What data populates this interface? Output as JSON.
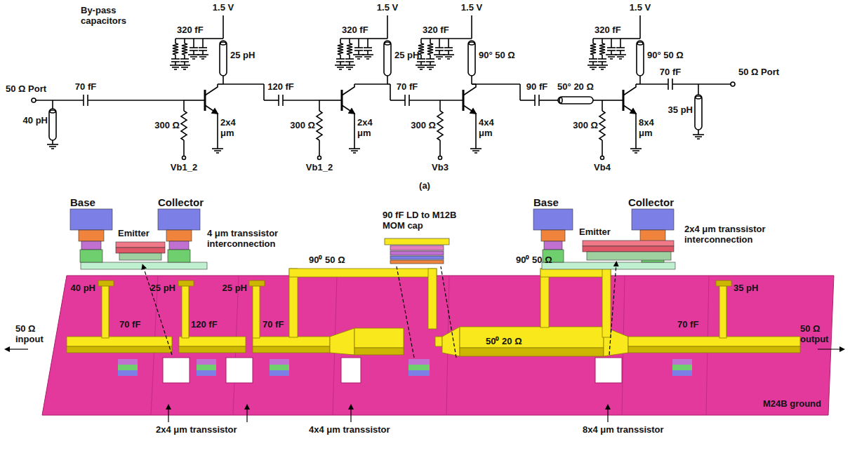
{
  "diagram": {
    "nodes": [
      {
        "text": [
          "M24B ground"
        ]
      }
    ],
    "labels": [
      "By-pass capacitors",
      "1.5 V",
      "320 fF",
      "25 pH",
      "1.5 V",
      "320 fF",
      "25 pH",
      "1.5 V",
      "320 fF",
      "90° 50 Ω",
      "1.5 V",
      "320 fF",
      "90° 50 Ω",
      "50 Ω Port",
      "70 fF",
      "40 pH",
      "300 Ω",
      "Vb1_2",
      "2x4 μm",
      "120 fF",
      "300 Ω",
      "Vb1_2",
      "2x4 μm",
      "70 fF",
      "300 Ω",
      "Vb3",
      "4x4 μm",
      "90 fF",
      "50° 20 Ω",
      "300 Ω",
      "Vb4",
      "8x4 μm",
      "70 fF",
      "50 Ω Port",
      "35 pH",
      "(a)",
      "Base",
      "Collector",
      "Emitter",
      "4 μm transsistor interconnection",
      "90 fF LD to M12B MOM cap",
      "Base",
      "Collector",
      "Emitter",
      "2x4 μm transsistor interconnection",
      "40 pH",
      "70 fF",
      "25 pH",
      "120 fF",
      "25 pH",
      "70 fF",
      "90⁰ 50 Ω",
      "90⁰ 50 Ω",
      "50⁰ 20 Ω",
      "35 pH",
      "70 fF",
      "50 Ω inpout",
      "50 Ω output",
      "2x4 μm transsistor",
      "4x4 μm transsistor",
      "8x4 μm transsistor"
    ]
  }
}
